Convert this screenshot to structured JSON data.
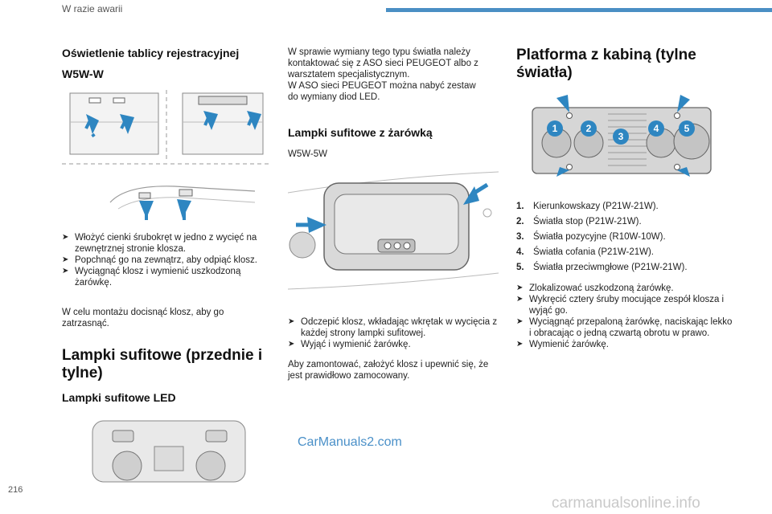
{
  "header": {
    "section": "W razie awarii"
  },
  "page_number": "216",
  "col1": {
    "title": "Oświetlenie tablicy rejestracyjnej",
    "bulb": "W5W-W",
    "steps": [
      "Włożyć cienki śrubokręt w jedno z wycięć na zewnętrznej stronie klosza.",
      "Popchnąć go na zewnątrz, aby odpiąć klosz.",
      "Wyciągnąć klosz i wymienić uszkodzoną żarówkę."
    ],
    "mount_text": "W celu montażu docisnąć klosz, aby go zatrzasnąć.",
    "section2_title": "Lampki sufitowe (przednie i tylne)",
    "led_title": "Lampki sufitowe LED"
  },
  "col2": {
    "intro_lines": [
      "W sprawie wymiany tego typu światła należy",
      "kontaktować się z ASO sieci PEUGEOT albo z",
      "warsztatem specjalistycznym.",
      "W ASO sieci PEUGEOT można nabyć zestaw",
      "do wymiany diod LED."
    ],
    "title": "Lampki sufitowe z żarówką",
    "bulb": "W5W-5W",
    "steps": [
      "Odczepić klosz, wkładając wkrętak w wycięcia z każdej strony lampki sufitowej.",
      "Wyjąć i wymienić żarówkę."
    ],
    "mount_text": "Aby zamontować, założyć klosz i upewnić się, że jest prawidłowo zamocowany."
  },
  "col3": {
    "title": "Platforma z kabiną (tylne światła)",
    "callouts": [
      "1",
      "2",
      "3",
      "4",
      "5"
    ],
    "bulbs": [
      {
        "num": "1.",
        "label": "Kierunkowskazy (P21W-21W)."
      },
      {
        "num": "2.",
        "label": "Światła stop (P21W-21W)."
      },
      {
        "num": "3.",
        "label": "Światła pozycyjne (R10W-10W)."
      },
      {
        "num": "4.",
        "label": "Światła cofania (P21W-21W)."
      },
      {
        "num": "5.",
        "label": "Światła przeciwmgłowe (P21W-21W)."
      }
    ],
    "steps": [
      "Zlokalizować uszkodzoną żarówkę.",
      "Wykręcić cztery śruby mocujące zespół klosza i wyjąć go.",
      "Wyciągnąć przepaloną żarówkę, naciskając lekko i obracając o jedną czwartą obrotu w prawo.",
      "Wymienić żarówkę."
    ]
  },
  "watermark": "CarManuals2.com",
  "footer_watermark": "carmanualsonline.info",
  "colors": {
    "accent": "#4a8fc4",
    "arrow": "#2e86c1"
  }
}
